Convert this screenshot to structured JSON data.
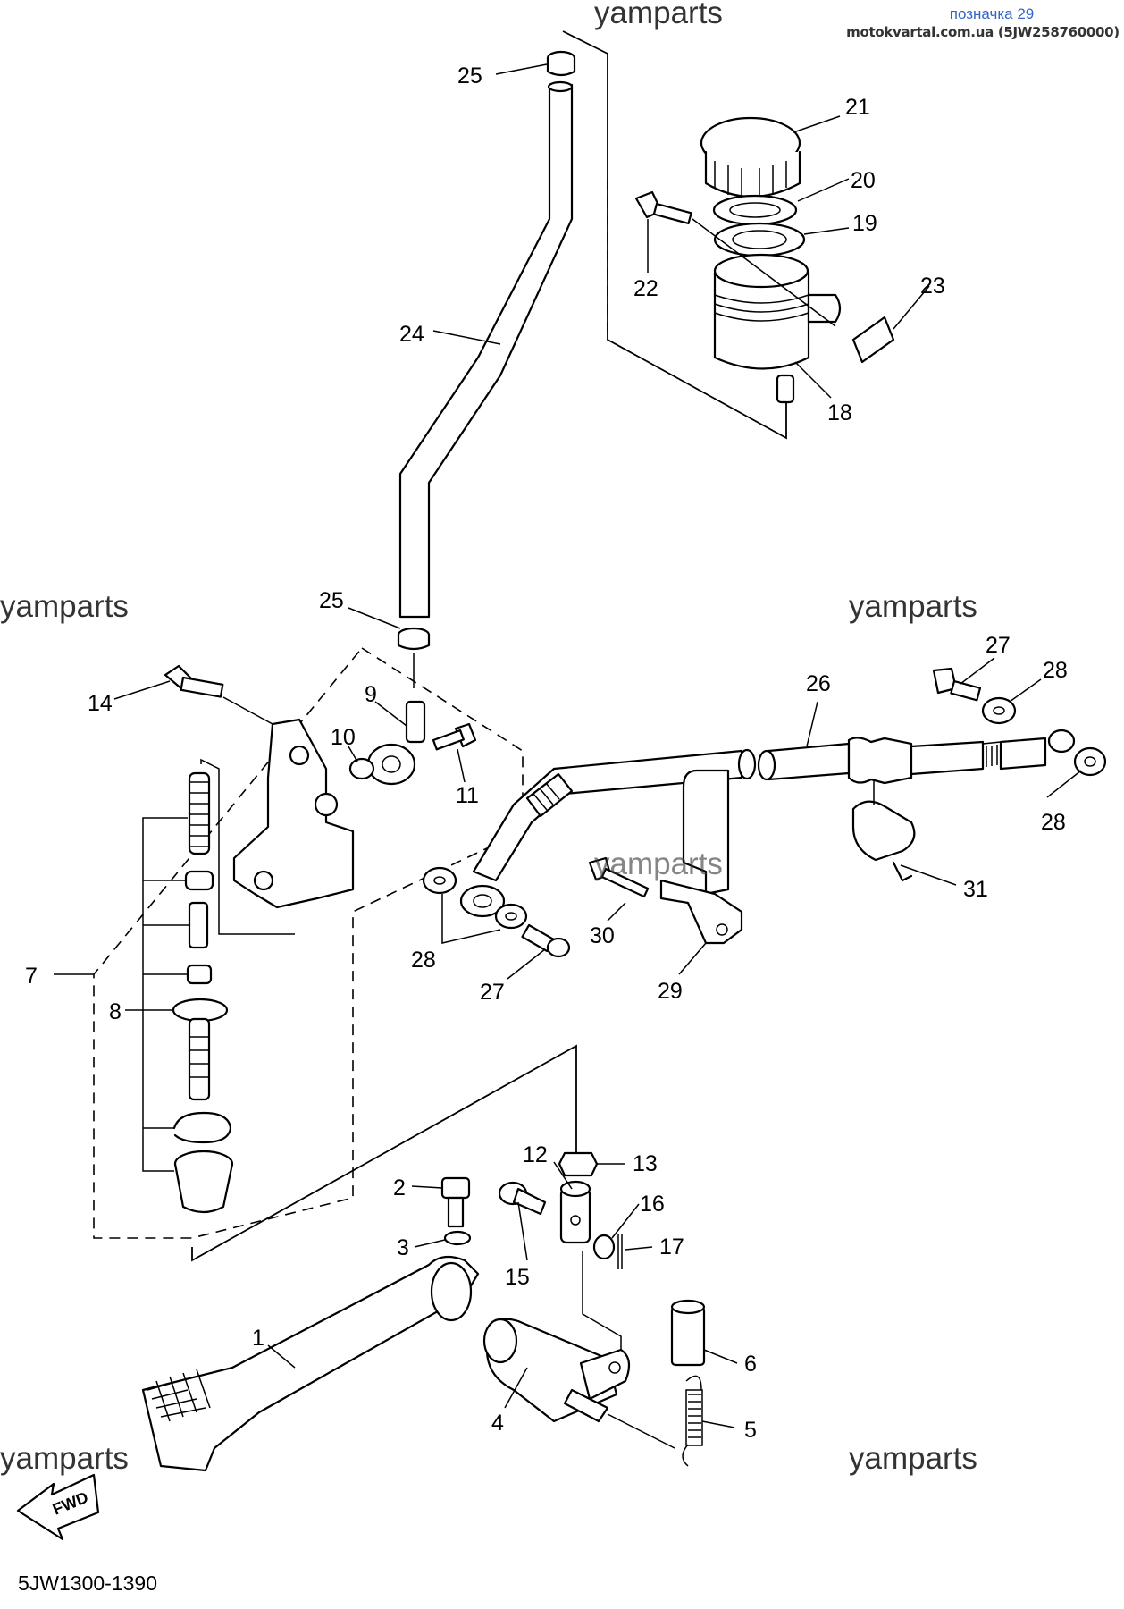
{
  "header": {
    "tag_title": "позначка 29",
    "tag_source": "motokvartal.com.ua (5JW258760000)"
  },
  "watermarks": [
    "yamparts",
    "yamparts",
    "yamparts",
    "yamparts",
    "yamparts",
    "yamparts"
  ],
  "fwd_label": "FWD",
  "diagram_code": "5JW1300-1390",
  "callouts": [
    "25",
    "21",
    "20",
    "19",
    "22",
    "23",
    "24",
    "18",
    "25",
    "27",
    "28",
    "26",
    "14",
    "9",
    "10",
    "11",
    "28",
    "31",
    "28",
    "7",
    "8",
    "30",
    "27",
    "29",
    "13",
    "12",
    "16",
    "2",
    "17",
    "3",
    "15",
    "6",
    "1",
    "5",
    "4"
  ]
}
